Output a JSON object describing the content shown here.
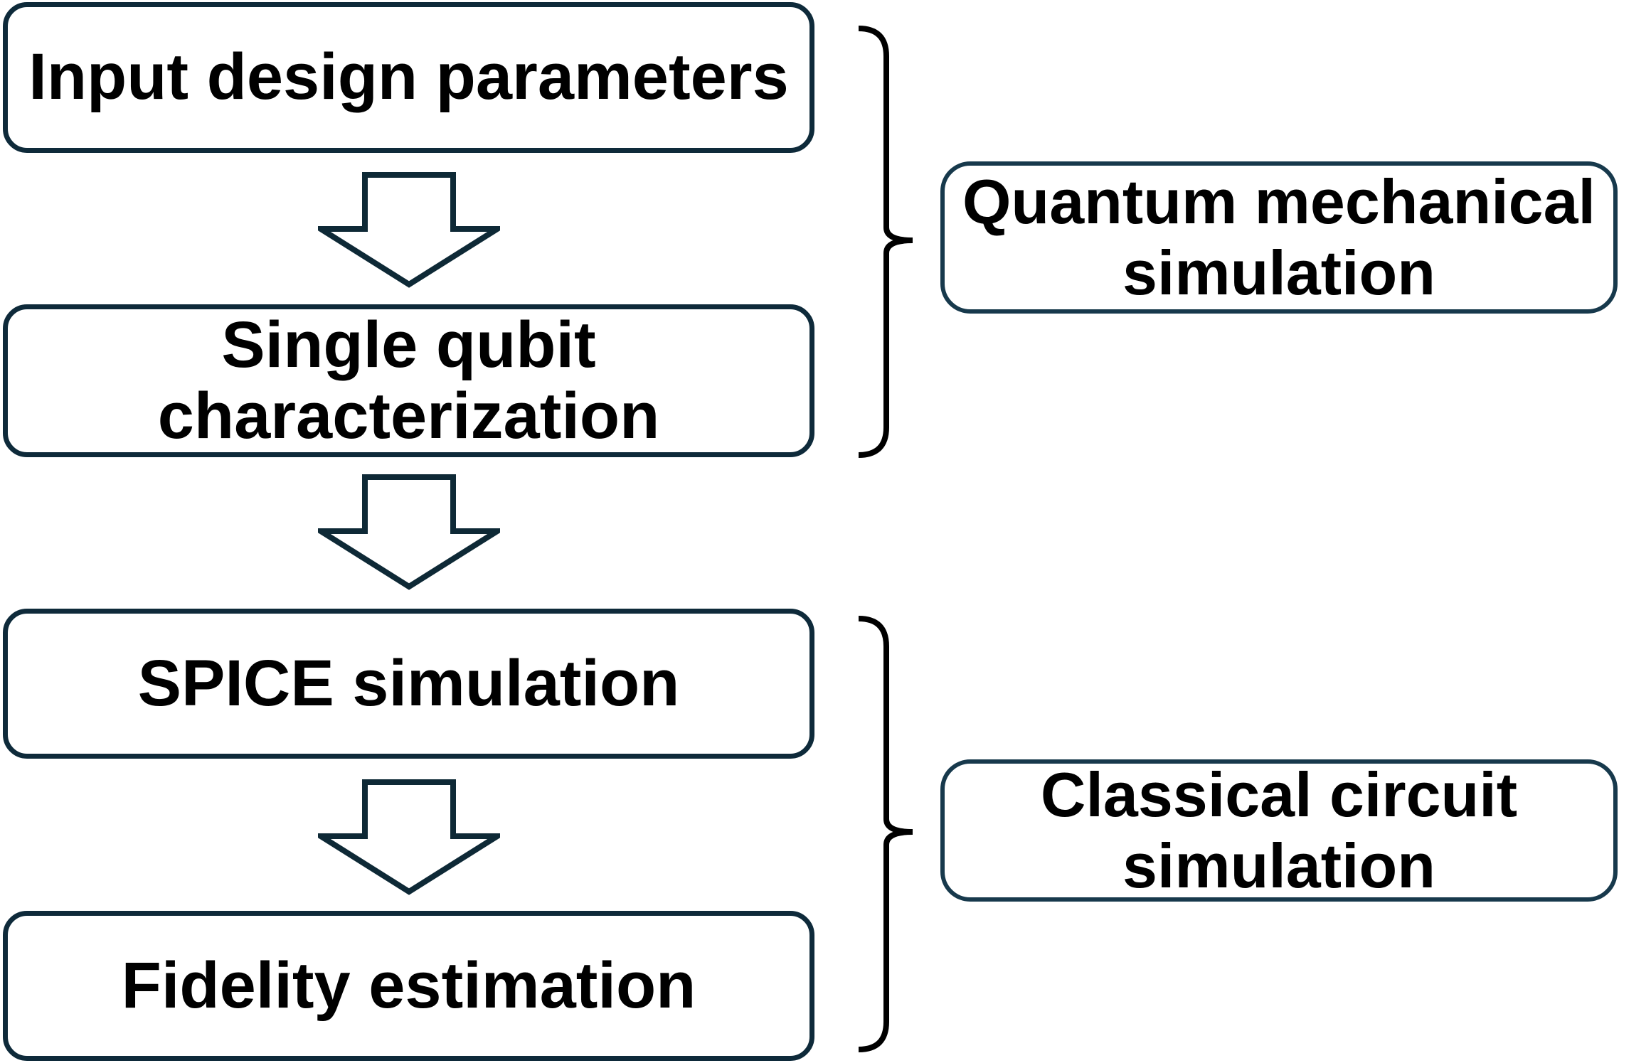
{
  "title": "Qubit simulation workflow diagram",
  "boxes": [
    {
      "id": "input-design-parameters",
      "label": "Input design parameters"
    },
    {
      "id": "single-qubit-characterization",
      "label": "Single qubit characterization"
    },
    {
      "id": "spice-simulation",
      "label": "SPICE simulation"
    },
    {
      "id": "fidelity-estimation",
      "label": "Fidelity estimation"
    }
  ],
  "groups": [
    {
      "id": "quantum-mechanical-simulation",
      "label": "Quantum mechanical simulation",
      "covers": [
        "Input design parameters",
        "Single qubit characterization"
      ]
    },
    {
      "id": "classical-circuit-simulation",
      "label": "Classical circuit simulation",
      "covers": [
        "SPICE simulation",
        "Fidelity estimation"
      ]
    }
  ],
  "connectors": [
    {
      "from": "Input design parameters",
      "to": "Single qubit characterization",
      "type": "down-arrow"
    },
    {
      "from": "Single qubit characterization",
      "to": "SPICE simulation",
      "type": "down-arrow"
    },
    {
      "from": "SPICE simulation",
      "to": "Fidelity estimation",
      "type": "down-arrow"
    }
  ],
  "colors": {
    "background": "#ffffff",
    "box_border": "#0e2a3a",
    "label_border": "#17394c",
    "arrow_stroke": "#0e2936",
    "brace_stroke": "#000000",
    "text": "#000000"
  }
}
